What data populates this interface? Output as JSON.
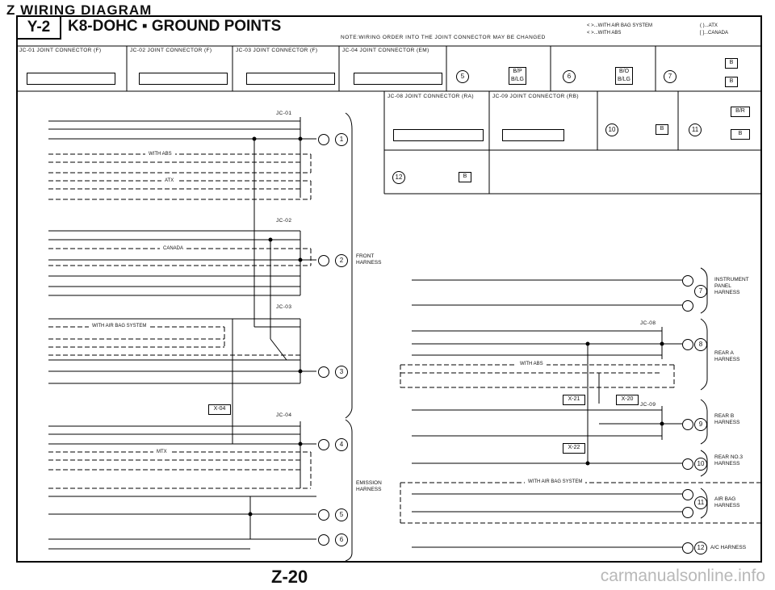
{
  "header": {
    "top_title": "Z  WIRING DIAGRAM",
    "section_code": "Y-2",
    "diagram_title": "K8-DOHC  ▪ GROUND POINTS"
  },
  "notes": {
    "note": "NOTE:WIRING ORDER INTO THE JOINT CONNECTOR MAY BE CHANGED",
    "legend1": "< >...WITH AIR BAG SYSTEM",
    "legend2": "< >...WITH ABS",
    "legend3": "( )...ATX",
    "legend4": "[ ]...CANADA"
  },
  "connectors": {
    "jc01": "JC-01  JOINT CONNECTOR (F)",
    "jc02": "JC-02  JOINT CONNECTOR (F)",
    "jc03": "JC-03  JOINT CONNECTOR (F)",
    "jc04": "JC-04  JOINT CONNECTOR (EM)",
    "jc08": "JC-08  JOINT CONNECTOR (RA)",
    "jc09": "JC-09  JOINT CONNECTOR (RB)"
  },
  "ground_points": {
    "g5": "5",
    "g6": "6",
    "g7": "7",
    "g8": "8",
    "g9": "9",
    "g10": "10",
    "g11": "11",
    "g12": "12",
    "g1": "1",
    "g2": "2",
    "g3": "3",
    "g4": "4"
  },
  "wire_labels": {
    "b": "B",
    "bp": "B/P",
    "blg": "B/LG",
    "br": "B/R",
    "bo": "B/O"
  },
  "left": {
    "jc01": "JC-01",
    "jc02": "JC-02",
    "jc03": "JC-03",
    "jc04": "JC-04",
    "with_abs": "WITH ABS",
    "atx": "ATX",
    "canada": "CANADA",
    "with_air_bag": "WITH AIR BAG SYSTEM",
    "mtx": "MTX",
    "x04": "X-04",
    "front_harness": "FRONT\nHARNESS",
    "emission_harness": "EMISSION\nHARNESS"
  },
  "right": {
    "jc08": "JC-08",
    "jc09": "JC-09",
    "with_abs": "WITH ABS",
    "with_air_bag": "WITH AIR BAG SYSTEM",
    "x21": "X-21",
    "x20": "X-20",
    "x22": "X-22",
    "instrument": "INSTRUMENT\nPANEL\nHARNESS",
    "rear_a": "REAR A\nHARNESS",
    "rear_b": "REAR B\nHARNESS",
    "rear_no3": "REAR NO.3\nHARNESS",
    "air_bag": "AIR BAG\nHARNESS",
    "ac": "A/C HARNESS"
  },
  "footer": {
    "page": "Z-20",
    "watermark": "carmanualsonline.info"
  }
}
